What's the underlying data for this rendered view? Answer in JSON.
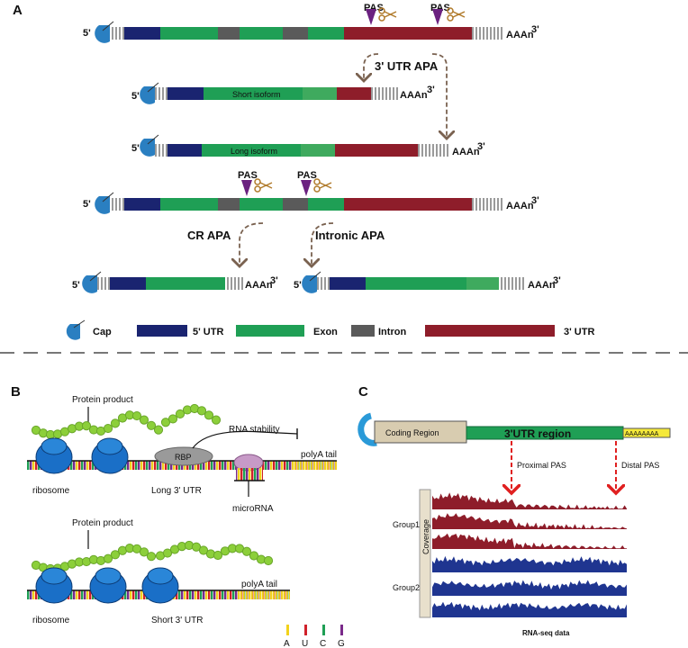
{
  "panels": {
    "a": "A",
    "b": "B",
    "c": "C"
  },
  "labels": {
    "five_prime": "5'",
    "three_prime": "3'",
    "aaan": "AAAn",
    "pas": "PAS"
  },
  "panel_a": {
    "utr_apa": "3' UTR APA",
    "short_isoform": "Short isoform",
    "long_isoform": "Long isoform",
    "cr_apa": "CR APA",
    "intronic_apa": "Intronic APA"
  },
  "legend": {
    "cap": "Cap",
    "utr5": "5' UTR",
    "exon": "Exon",
    "intron": "Intron",
    "utr3": "3' UTR"
  },
  "panel_b": {
    "protein_product": "Protein product",
    "rna_stability": "RNA stability",
    "rbp": "RBP",
    "polya_tail": "polyA tail",
    "ribosome": "ribosome",
    "long_utr": "Long 3' UTR",
    "microrna": "microRNA",
    "short_utr": "Short 3' UTR",
    "nucleotides": [
      "A",
      "U",
      "C",
      "G"
    ]
  },
  "panel_c": {
    "coding_region": "Coding Region",
    "utr_region": "3'UTR region",
    "polya": "AAAAAAAA",
    "proximal_pas": "Proximal PAS",
    "distal_pas": "Distal PAS",
    "coverage": "Coverage",
    "group1": "Group1",
    "group2": "Group2",
    "rnaseq": "RNA-seq data"
  },
  "colors": {
    "utr5": "#1a2470",
    "exon": "#1f9f55",
    "intron": "#5a5a5a",
    "utr3": "#8e1d2a",
    "cap": "#2a7fc1",
    "pas": "#6b2180",
    "arrow": "#7a6250",
    "group1": "#8e1d2a",
    "group2": "#1f3590",
    "nuc_a": "#f2d21b",
    "nuc_u": "#d0202a",
    "nuc_c": "#1f9f55",
    "nuc_g": "#7a2a8a"
  }
}
